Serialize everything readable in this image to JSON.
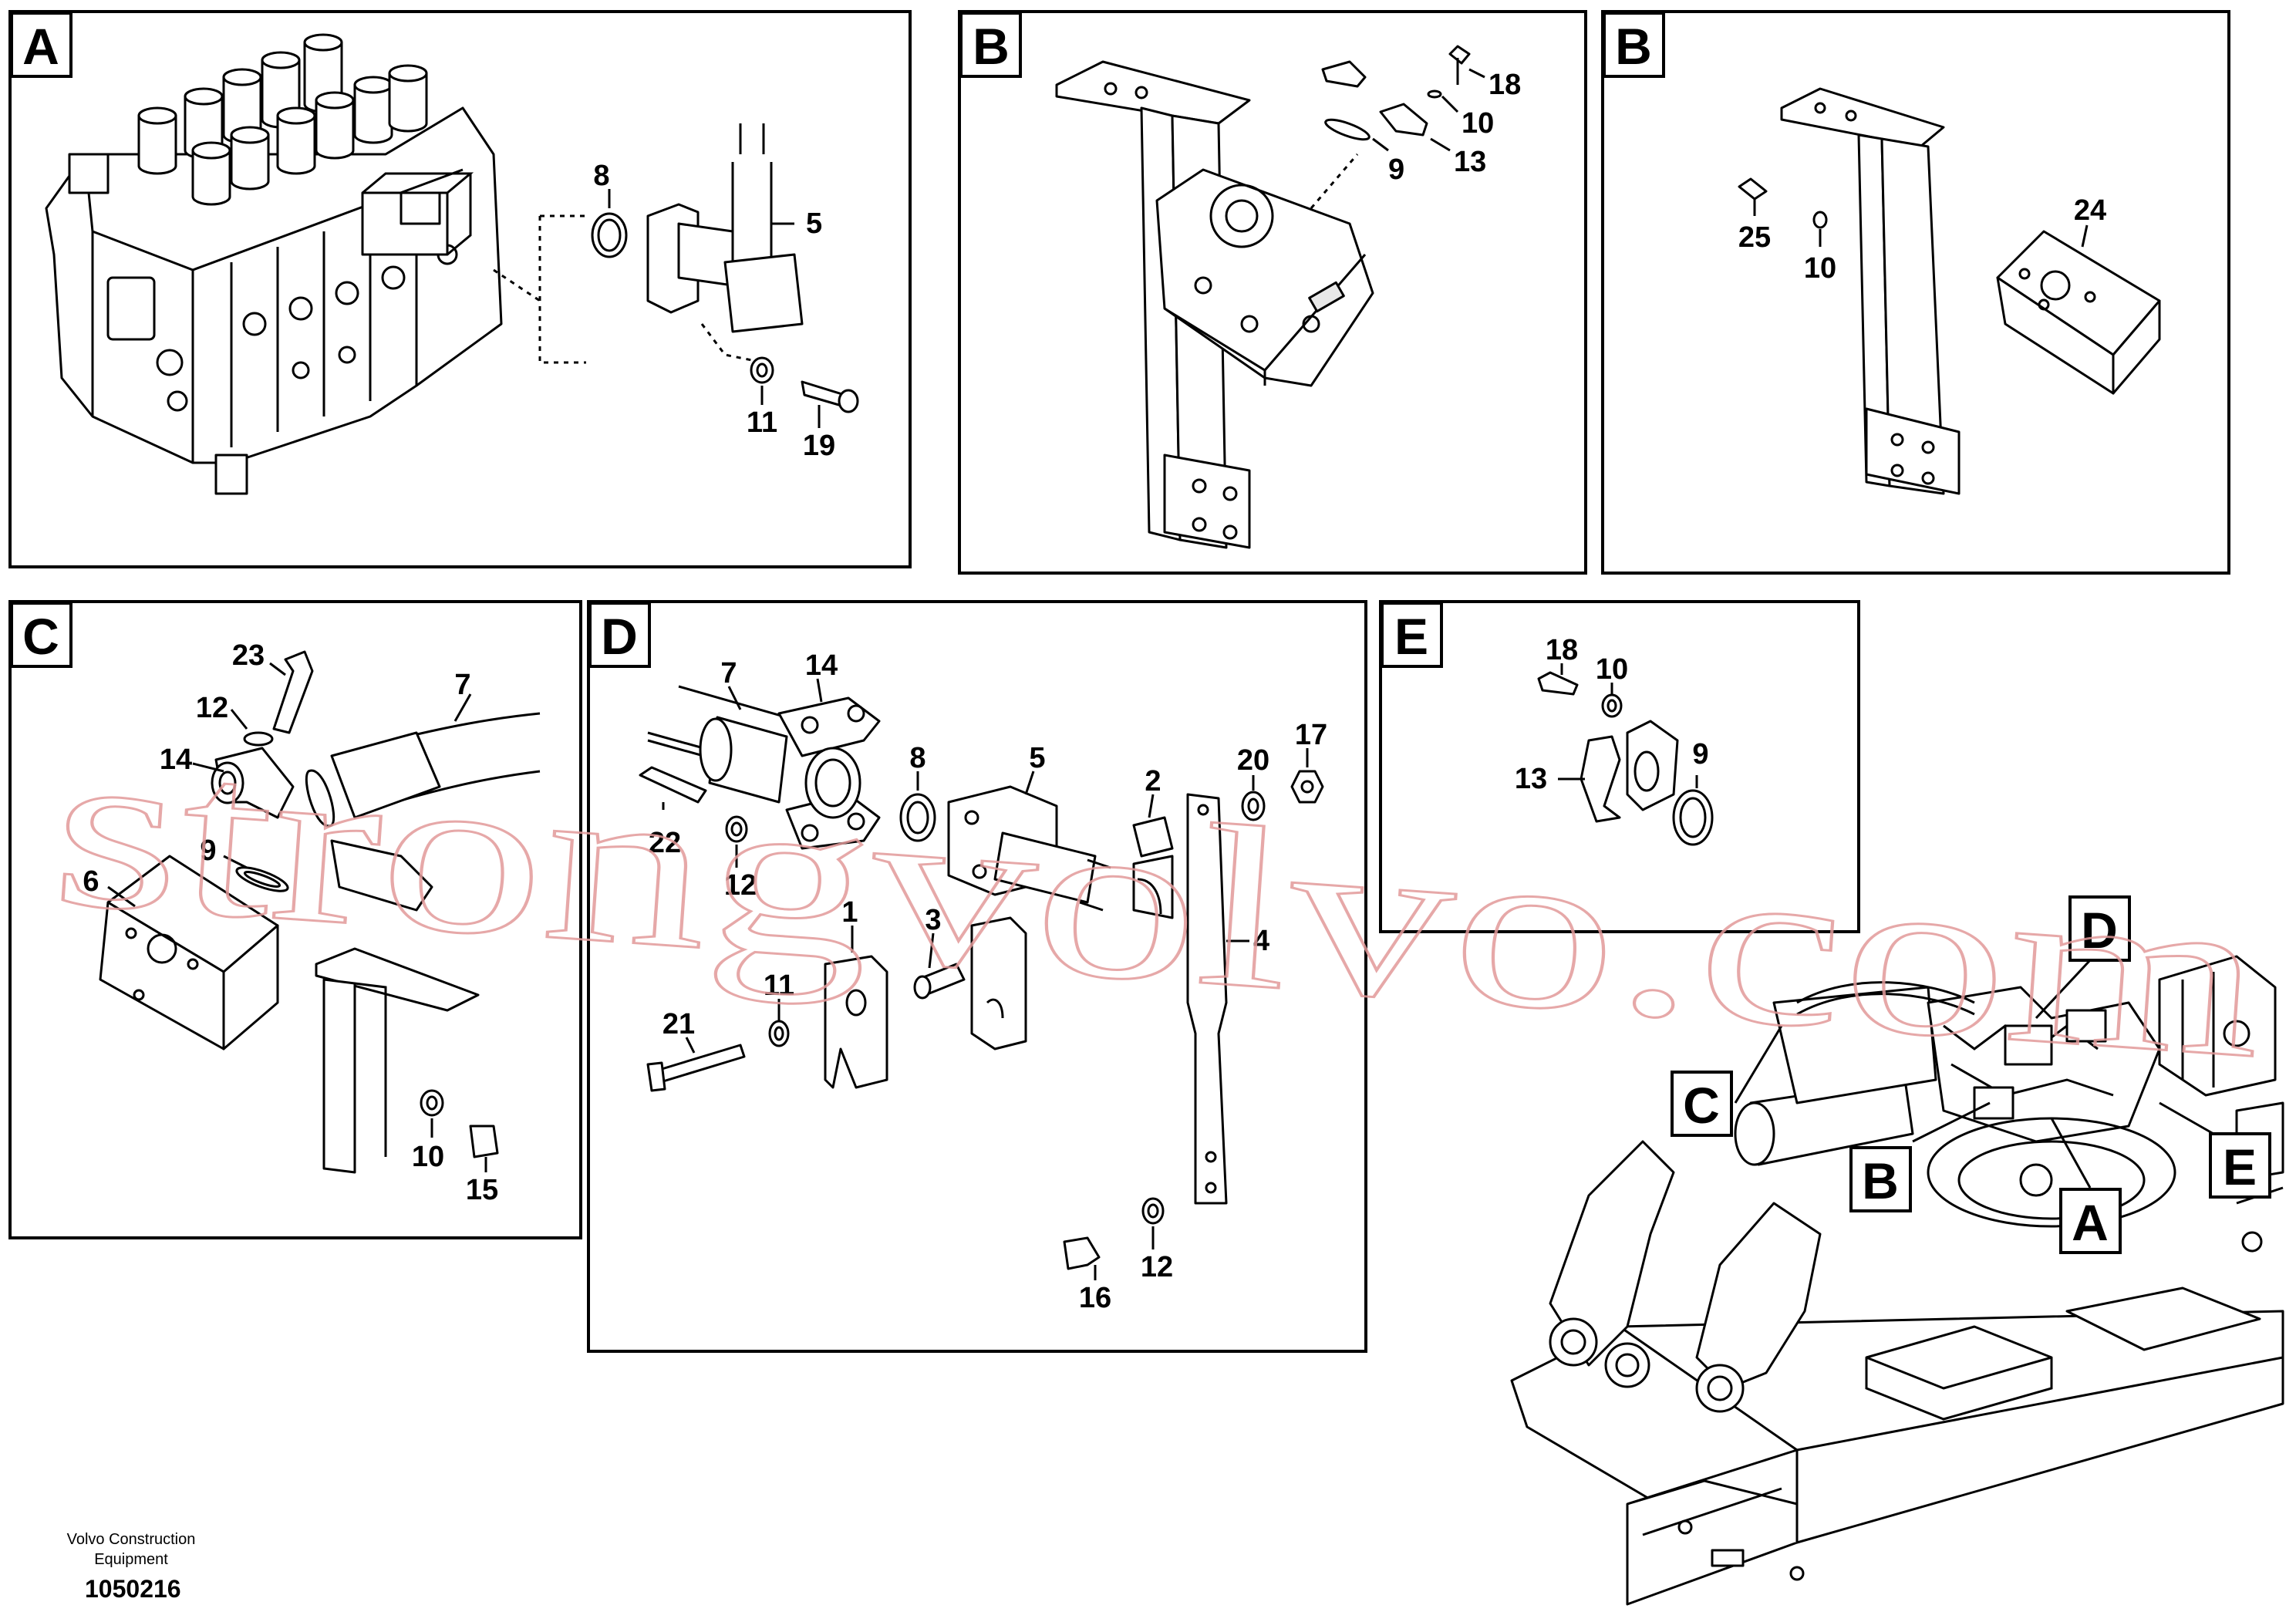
{
  "panels": [
    {
      "id": "A",
      "label": "A"
    },
    {
      "id": "B1",
      "label": "B"
    },
    {
      "id": "B2",
      "label": "B"
    },
    {
      "id": "C",
      "label": "C"
    },
    {
      "id": "D",
      "label": "D"
    },
    {
      "id": "E",
      "label": "E"
    }
  ],
  "overview_labels": [
    "D",
    "C",
    "B",
    "A",
    "E"
  ],
  "callouts": {
    "A": [
      "8",
      "5",
      "11",
      "19"
    ],
    "B1": [
      "18",
      "10",
      "13",
      "9"
    ],
    "B2": [
      "24",
      "25",
      "10"
    ],
    "C": [
      "23",
      "7",
      "12",
      "14",
      "9",
      "6",
      "10",
      "15"
    ],
    "D": [
      "7",
      "14",
      "8",
      "5",
      "2",
      "20",
      "17",
      "22",
      "12",
      "1",
      "3",
      "4",
      "11",
      "21",
      "12",
      "16"
    ],
    "E": [
      "18",
      "10",
      "13",
      "9"
    ]
  },
  "watermark": "strongvolvo.com",
  "footer": {
    "brand_line1": "Volvo Construction",
    "brand_line2": "Equipment",
    "doc_number": "1050216"
  }
}
